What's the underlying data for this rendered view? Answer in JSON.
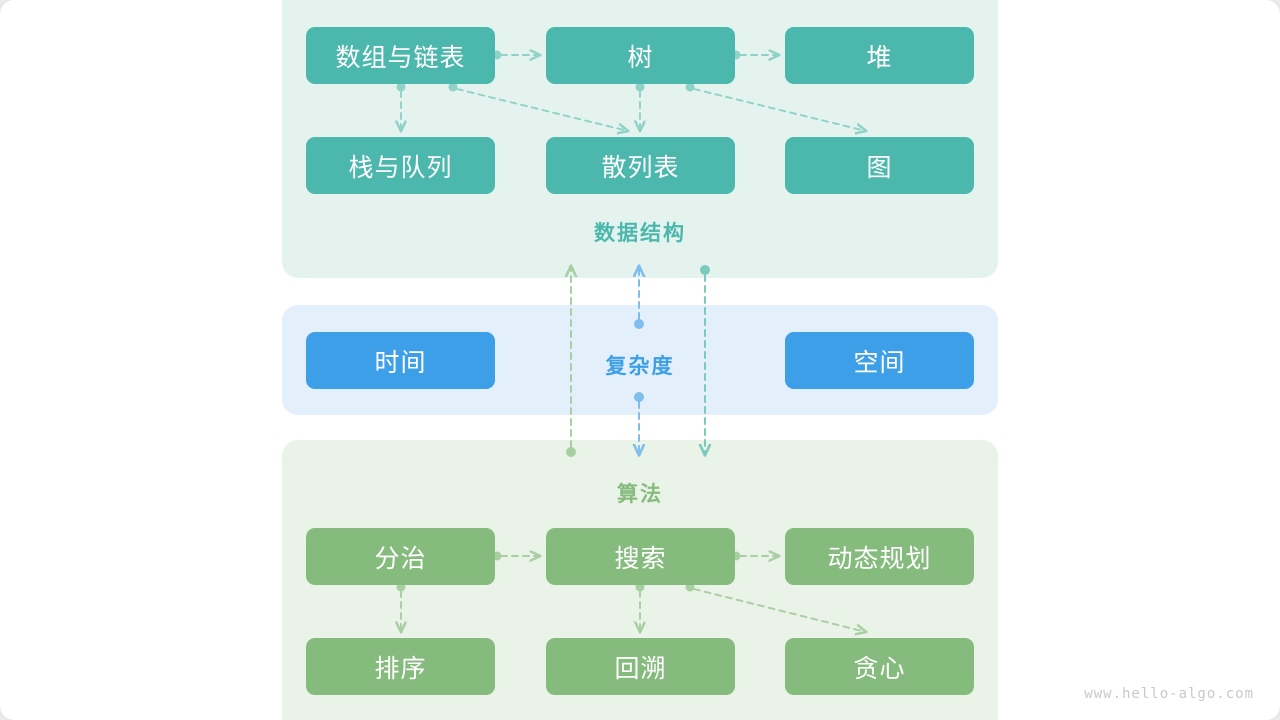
{
  "meta": {
    "watermark": "www.hello-algo.com",
    "canvas_bg": "#ffffff",
    "page_bg": "#f0f0f0"
  },
  "sections": {
    "data_structure": {
      "caption": "数据结构",
      "accent": "#4cb8ad",
      "panel_bg": "#e5f3ef",
      "nodes": [
        {
          "label": "数组与链表"
        },
        {
          "label": "树"
        },
        {
          "label": "堆"
        },
        {
          "label": "栈与队列"
        },
        {
          "label": "散列表"
        },
        {
          "label": "图"
        }
      ]
    },
    "complexity": {
      "caption": "复杂度",
      "accent": "#3d9fe8",
      "panel_bg": "#e3f0fb",
      "nodes": [
        {
          "label": "时间"
        },
        {
          "label": "空间"
        }
      ]
    },
    "algorithm": {
      "caption": "算法",
      "accent": "#86bb7e",
      "panel_bg": "#eaf3e8",
      "nodes": [
        {
          "label": "分治"
        },
        {
          "label": "搜索"
        },
        {
          "label": "动态规划"
        },
        {
          "label": "排序"
        },
        {
          "label": "回溯"
        },
        {
          "label": "贪心"
        }
      ]
    }
  },
  "edges": {
    "data_structure": [
      {
        "from": "数组与链表",
        "to": "树"
      },
      {
        "from": "树",
        "to": "堆"
      },
      {
        "from": "数组与链表",
        "to": "栈与队列"
      },
      {
        "from": "数组与链表",
        "to": "散列表"
      },
      {
        "from": "树",
        "to": "散列表"
      },
      {
        "from": "树",
        "to": "图"
      }
    ],
    "algorithm": [
      {
        "from": "分治",
        "to": "搜索"
      },
      {
        "from": "搜索",
        "to": "动态规划"
      },
      {
        "from": "分治",
        "to": "排序"
      },
      {
        "from": "搜索",
        "to": "回溯"
      },
      {
        "from": "搜索",
        "to": "贪心"
      }
    ],
    "cross_section": [
      {
        "from": "算法",
        "to": "数据结构",
        "color": "#a8cfa2"
      },
      {
        "from": "复杂度",
        "to": "数据结构",
        "color": "#7fbdec"
      },
      {
        "from": "复杂度",
        "to": "算法",
        "color": "#7fbdec"
      },
      {
        "from": "数据结构",
        "to": "算法",
        "color": "#7cc9be"
      }
    ]
  }
}
